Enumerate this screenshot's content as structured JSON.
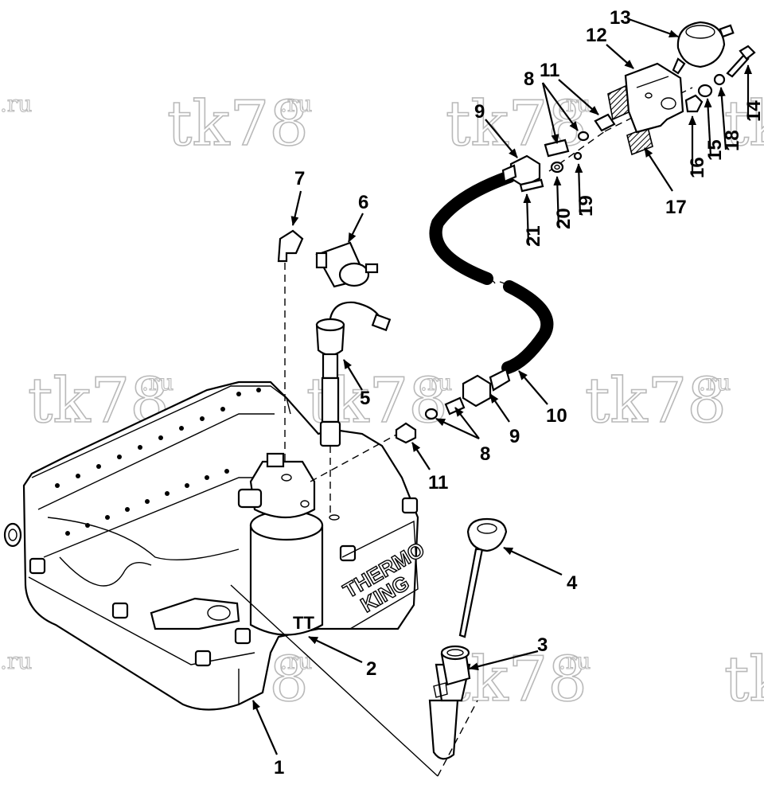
{
  "watermark": {
    "text": "tk78",
    "suffix": ".ru"
  },
  "callouts": {
    "c1": "1",
    "c2": "2",
    "c3": "3",
    "c4": "4",
    "c5": "5",
    "c6": "6",
    "c7": "7",
    "c8a": "8",
    "c8b": "8",
    "c9a": "9",
    "c9b": "9",
    "c10": "10",
    "c11a": "11",
    "c11b": "11",
    "c12": "12",
    "c13": "13",
    "c14": "14",
    "c15": "15",
    "c16": "16",
    "c17": "17",
    "c18": "18",
    "c19": "19",
    "c20": "20",
    "c21": "21"
  },
  "pan_lettering": {
    "line1": "THERMO",
    "line2": "KING"
  },
  "filter_marking": "TT"
}
